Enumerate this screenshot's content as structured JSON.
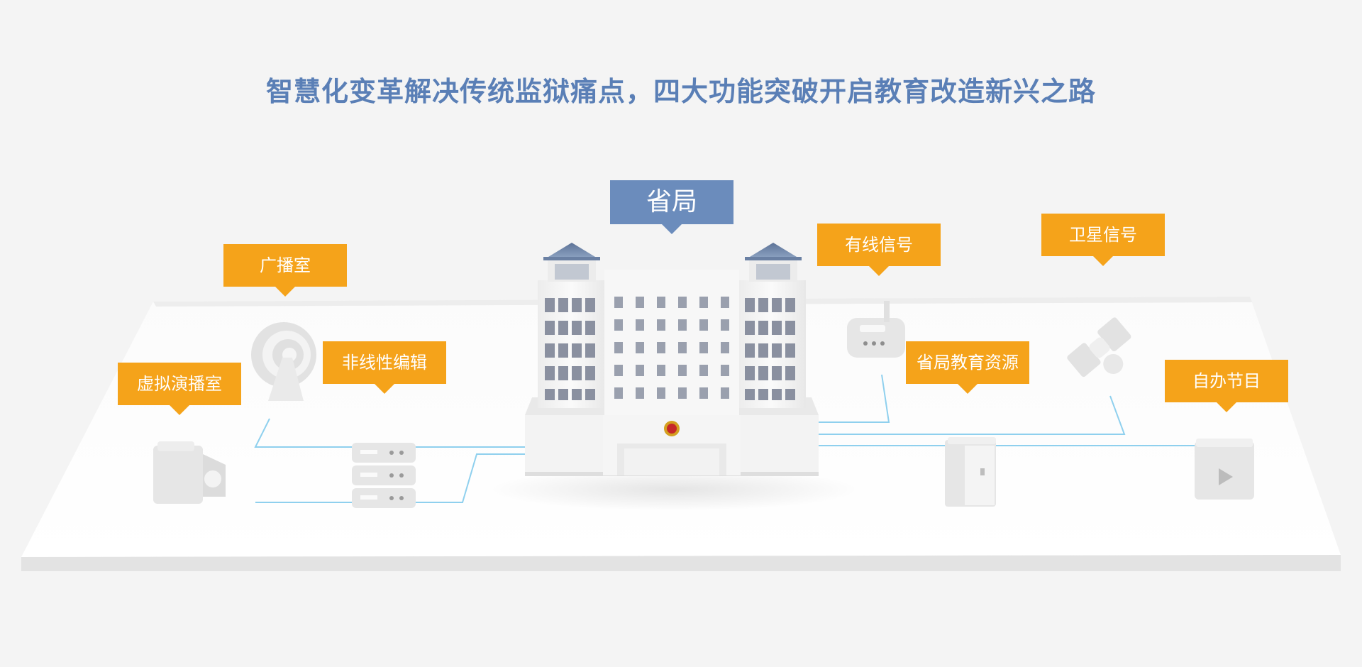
{
  "header": {
    "title": "智慧化变革解决传统监狱痛点，四大功能突破开启教育改造新兴之路"
  },
  "center": {
    "label": "省局"
  },
  "labels": {
    "broadcast": "广播室",
    "virtual_studio": "虚拟演播室",
    "nonlinear_edit": "非线性编辑",
    "cable_signal": "有线信号",
    "satellite_signal": "卫星信号",
    "edu_resources": "省局教育资源",
    "self_program": "自办节目"
  },
  "colors": {
    "accent_orange": "#f5a31a",
    "accent_blue": "#6b8cbc",
    "title_blue": "#5a7fb6",
    "connector": "#8fd0ee"
  },
  "icons": [
    "camera-icon",
    "broadcast-tower-icon",
    "server-icon",
    "router-icon",
    "satellite-icon",
    "file-cabinet-icon",
    "video-play-icon",
    "emblem-icon"
  ]
}
